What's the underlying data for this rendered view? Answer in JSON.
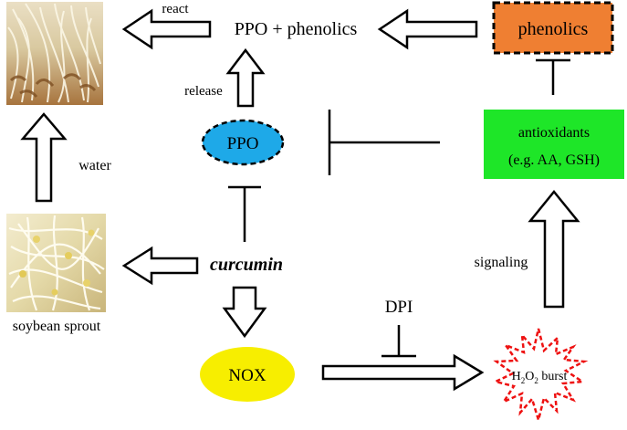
{
  "colors": {
    "ppo": "#1ea9e8",
    "nox": "#f7ee00",
    "antioxidants": "#1ee628",
    "phenolics": "#ef7f32",
    "burst": "#ee1111",
    "stroke": "#000000"
  },
  "images": {
    "top": "brown soybean sprouts photo",
    "bottom": "fresh soybean sprouts photo"
  },
  "nodes": {
    "ppo_phenolics": "PPO + phenolics",
    "phenolics": "phenolics",
    "ppo": "PPO",
    "antioxidants_line1": "antioxidants",
    "antioxidants_line2": "(e.g. AA, GSH)",
    "curcumin": "curcumin",
    "nox": "NOX",
    "dpi": "DPI",
    "burst_h": "H",
    "burst_sub1": "2",
    "burst_o": "O",
    "burst_sub2": "2",
    "burst_word": " burst",
    "soybean": "soybean sprout"
  },
  "edges": {
    "react": "react",
    "release": "release",
    "water": "water",
    "signaling": "signaling"
  }
}
